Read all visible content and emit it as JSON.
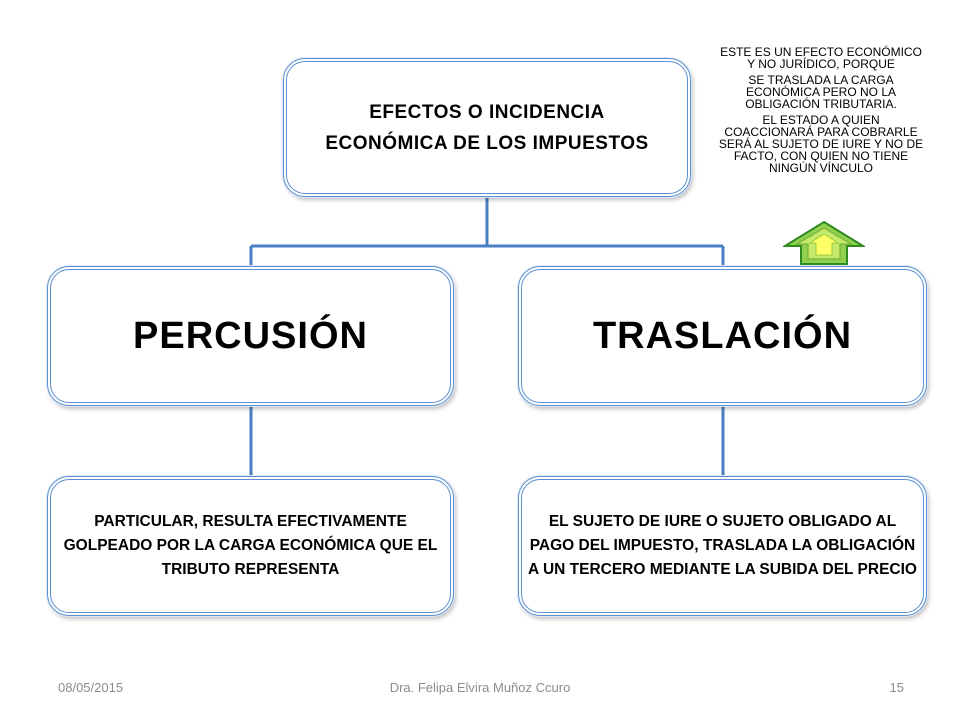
{
  "diagram": {
    "root": {
      "label": "EFECTOS O INCIDENCIA ECONÓMICA DE LOS IMPUESTOS"
    },
    "branches": [
      {
        "title": "PERCUSIÓN",
        "description": "PARTICULAR, RESULTA EFECTIVAMENTE GOLPEADO POR LA CARGA ECONÓMICA QUE EL TRIBUTO REPRESENTA"
      },
      {
        "title": "TRASLACIÓN",
        "description": "EL SUJETO DE IURE O SUJETO OBLIGADO AL PAGO DEL IMPUESTO, TRASLADA LA OBLIGACIÓN A UN TERCERO MEDIANTE LA SUBIDA DEL PRECIO"
      }
    ],
    "note": {
      "paragraphs": [
        "ESTE ES UN EFECTO ECONÓMICO Y NO JURÍDICO, PORQUE",
        "SE TRASLADA LA CARGA ECONÓMICA PERO NO LA OBLIGACIÓN TRIBUTARIA.",
        "EL ESTADO A QUIEN COACCIONARÁ PARA COBRARLE SERÁ AL SUJETO DE IURE Y NO DE FACTO, CON QUIEN NO TIENE NINGÚN VÍNCULO"
      ],
      "arrow_icon": "up-arrow-icon"
    },
    "colors": {
      "box_border": "#5b8fd0",
      "connector": "#4a7ec4",
      "arrow_outer": "#2e8b1e",
      "arrow_mid": "#92d050",
      "arrow_inner": "#ffff66"
    }
  },
  "footer": {
    "date": "08/05/2015",
    "author": "Dra. Felipa  Elvira Muñoz Ccuro",
    "page": "15"
  }
}
